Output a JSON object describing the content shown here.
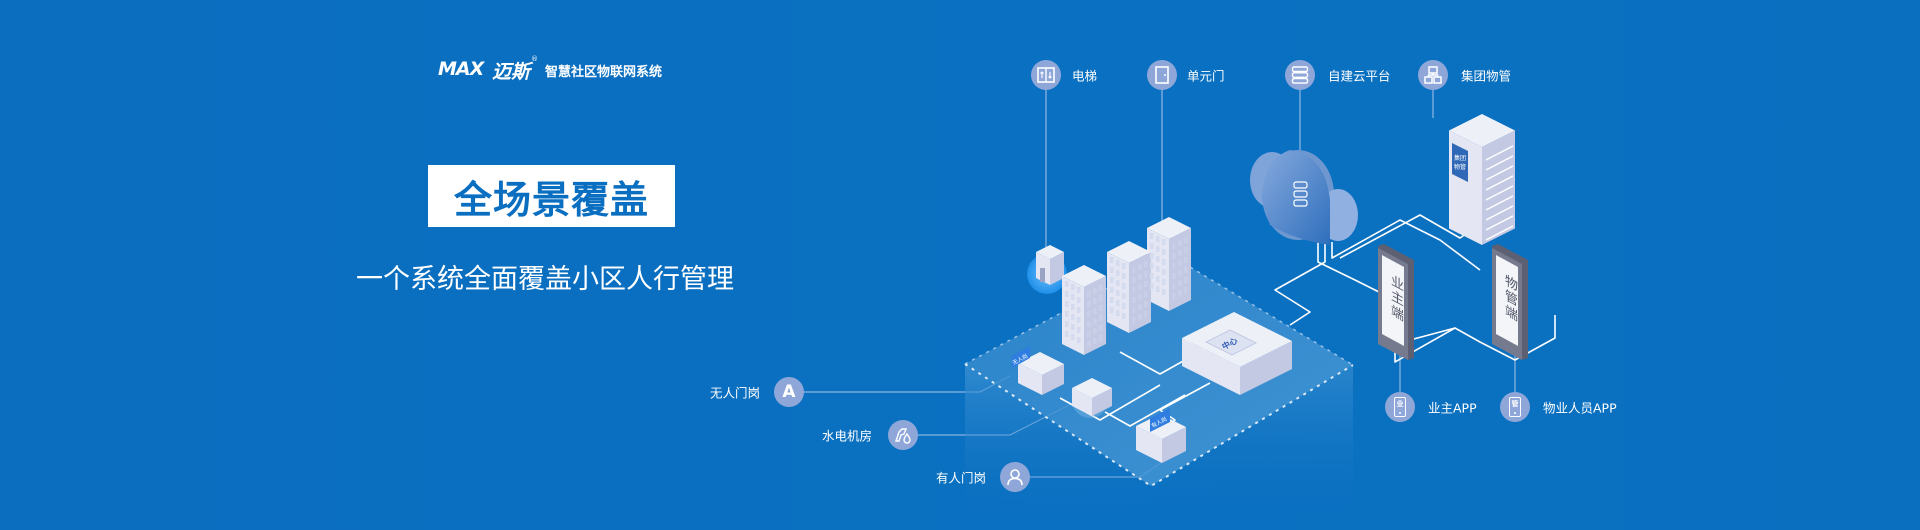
{
  "brand": {
    "logo_mark": "MAX",
    "logo_cn": "迈斯",
    "registered": "®",
    "system_name": "智慧社区物联网系统"
  },
  "hero": {
    "title": "全场景覆盖",
    "subtitle": "一个系统全面覆盖小区人行管理"
  },
  "top_nodes": [
    {
      "label": "电梯",
      "icon": "elevator-icon"
    },
    {
      "label": "单元门",
      "icon": "door-icon"
    },
    {
      "label": "自建云平台",
      "icon": "server-stack-icon"
    },
    {
      "label": "集团物管",
      "icon": "org-chart-icon"
    }
  ],
  "left_nodes": [
    {
      "label": "无人门岗",
      "icon": "letter-a-icon",
      "glyph": "A"
    },
    {
      "label": "水电机房",
      "icon": "water-electric-icon"
    },
    {
      "label": "有人门岗",
      "icon": "person-icon"
    }
  ],
  "right_nodes": [
    {
      "label": "业主APP",
      "icon": "phone-icon",
      "glyph": "业"
    },
    {
      "label": "物业人员APP",
      "icon": "phone-icon",
      "glyph": "管"
    }
  ],
  "scene": {
    "phone_owner": "业主端",
    "phone_manager": "物管端",
    "server_sign": "集团物管",
    "booth_unmanned": "无人岗",
    "booth_manned": "有人岗",
    "center_sign": "中心"
  },
  "colors": {
    "background": "#0a6fc0",
    "node_circle": "#8ea7d8",
    "title_text": "#0a6fc0",
    "white": "#ffffff"
  }
}
